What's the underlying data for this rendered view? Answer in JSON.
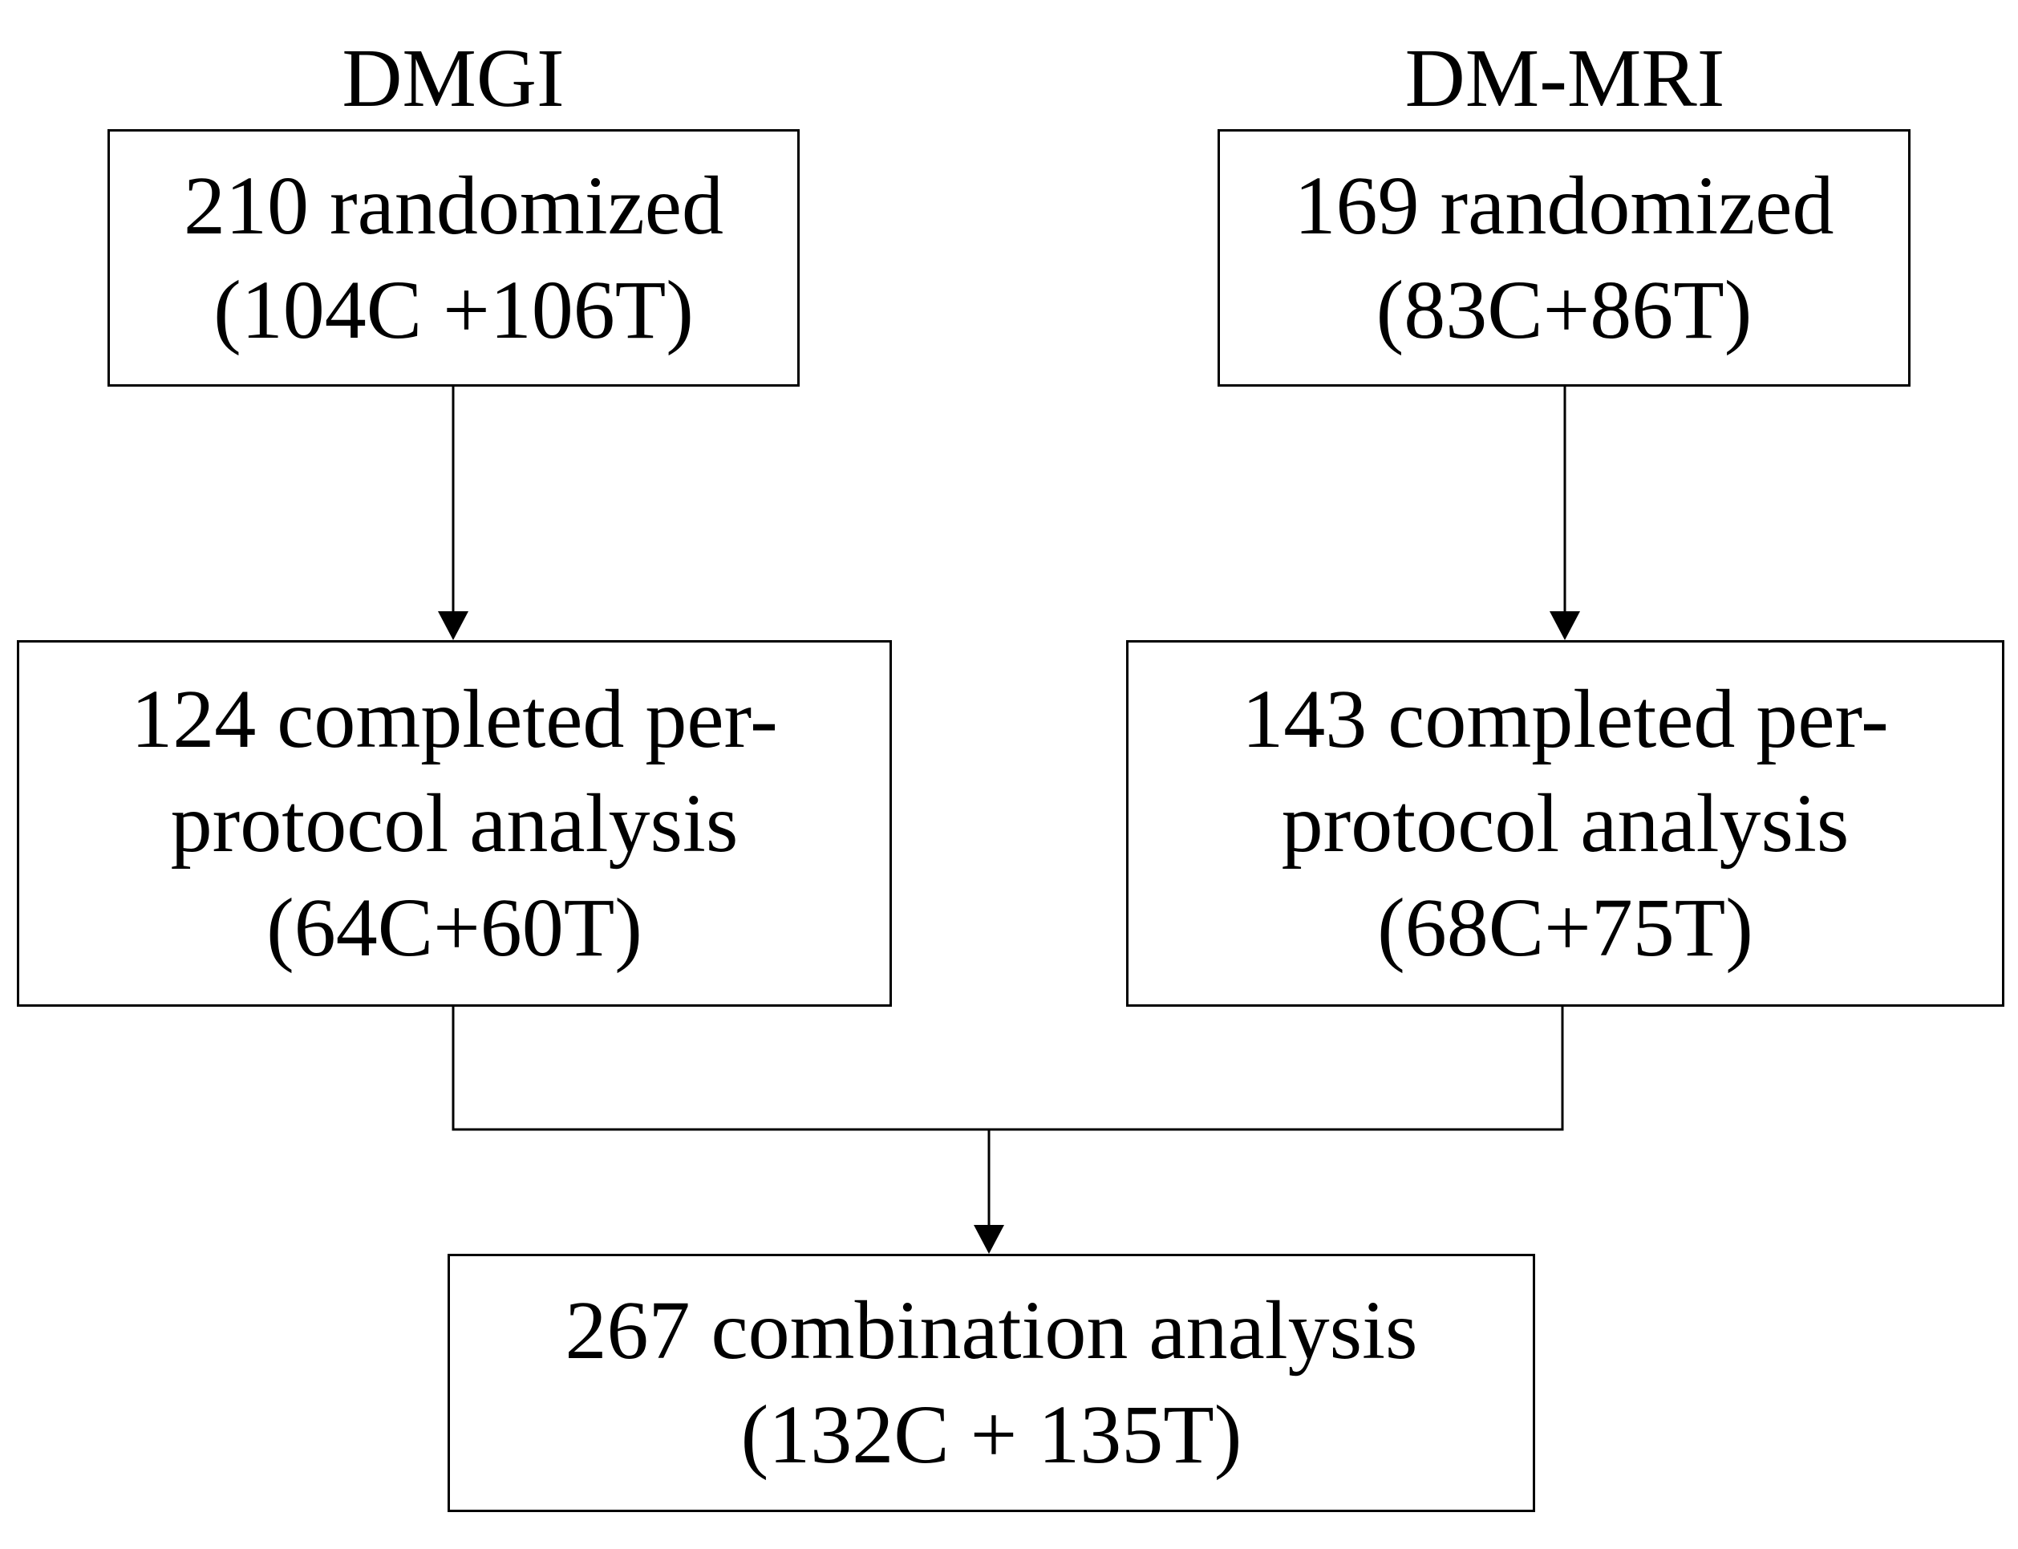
{
  "columns": {
    "left_title": "DMGI",
    "right_title": "DM-MRI"
  },
  "boxes": {
    "left_randomized": {
      "lines": [
        "210 randomized",
        "(104C +106T)"
      ]
    },
    "right_randomized": {
      "lines": [
        "169 randomized",
        "(83C+86T)"
      ]
    },
    "left_completed": {
      "lines": [
        "124 completed per-",
        "protocol analysis",
        "(64C+60T)"
      ]
    },
    "right_completed": {
      "lines": [
        "143 completed per-",
        "protocol analysis",
        "(68C+75T)"
      ]
    },
    "combination": {
      "lines": [
        "267 combination analysis",
        "(132C + 135T)"
      ]
    }
  },
  "colors": {
    "stroke": "#000000",
    "background": "#ffffff"
  }
}
